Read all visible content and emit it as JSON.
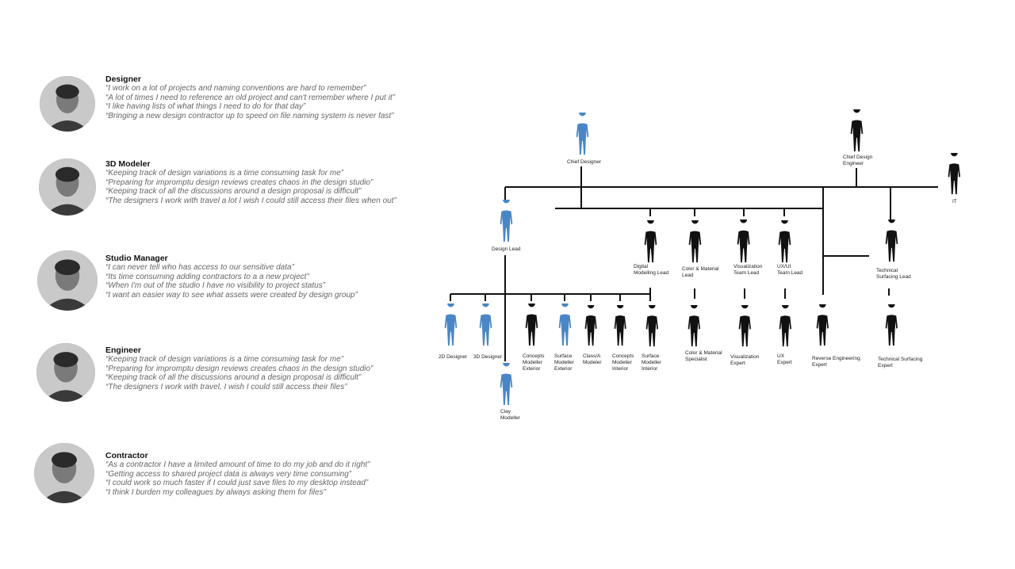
{
  "personas": [
    {
      "name": "Designer",
      "quotes": [
        "“I work on a lot of projects and naming conventions are hard to remember”",
        "“A lot of times I need to reference an old project and can't remember where I put it”",
        "“I like having lists of what things I need to do for that day”",
        "“Bringing a new design contractor up to speed on file naming system is never fast”"
      ]
    },
    {
      "name": "3D Modeler",
      "quotes": [
        "“Keeping track of design variations is a time consuming task for me”",
        "“Preparing for impromptu design reviews creates chaos in the design studio”",
        "“Keeping track of all the discussions around a design proposal is difficult”",
        "“The designers I work with travel a lot I wish I could still access their files when out”"
      ]
    },
    {
      "name": "Studio Manager",
      "quotes": [
        "“I can never tell who has access to our sensitive data”",
        "“Its time consuming adding contractors to a a new project”",
        "“When I'm out of the studio I have no visibility to project status”",
        "“I want an easier way to see what assets were created by design group”"
      ]
    },
    {
      "name": "Engineer",
      "quotes": [
        "“Keeping track of design variations is a time consuming task for me”",
        "“Preparing for impromptu design reviews creates chaos in the design studio”",
        "“Keeping track of all the discussions around a design proposal is difficult”",
        "“The designers I work with travel, I wish I could still access their files”"
      ]
    },
    {
      "name": "Contractor",
      "quotes": [
        "“As a contractor I have a limited amount of time to do my job and do it right”",
        "“Getting access to shared project data is always very time consuming”",
        "“I could work so much faster if I could just save files to my desktop instead”",
        "“I think I burden my colleagues by always asking them for files”"
      ]
    }
  ],
  "colors": {
    "highlight": "#4a86c5",
    "default": "#111111"
  },
  "org_chart": {
    "nodes": [
      {
        "label": "Chief Designer",
        "highlight": true
      },
      {
        "label": "Chief Design\nEngineer",
        "highlight": false
      },
      {
        "label": "IT",
        "highlight": false
      },
      {
        "label": "Design Lead",
        "highlight": true
      },
      {
        "label": "Digital\nModelling Lead",
        "highlight": false
      },
      {
        "label": "Color & Material\nLead",
        "highlight": false
      },
      {
        "label": "Visualization\nTeam Lead",
        "highlight": false
      },
      {
        "label": "UX/UI\nTeam Lead",
        "highlight": false
      },
      {
        "label": "Technical\nSurfacing Lead",
        "highlight": false
      },
      {
        "label": "2D Designer",
        "highlight": true
      },
      {
        "label": "3D Designer",
        "highlight": true
      },
      {
        "label": "Concepts\nModeller\nExterior",
        "highlight": false
      },
      {
        "label": "Surface\nModeller\nExterior",
        "highlight": true
      },
      {
        "label": "Class/A\nModeler",
        "highlight": false
      },
      {
        "label": "Concepts\nModeller\nInterior",
        "highlight": false
      },
      {
        "label": "Surface\nModeller\nInterior",
        "highlight": false
      },
      {
        "label": "Color & Material\nSpecialist",
        "highlight": false
      },
      {
        "label": "Visualization\nExpert",
        "highlight": false
      },
      {
        "label": "UX\nExpert",
        "highlight": false
      },
      {
        "label": "Reverse Engineering\nExpert",
        "highlight": false
      },
      {
        "label": "Technical Surfacing\nExpert",
        "highlight": false
      },
      {
        "label": "Clay\nModeller",
        "highlight": true
      }
    ]
  }
}
